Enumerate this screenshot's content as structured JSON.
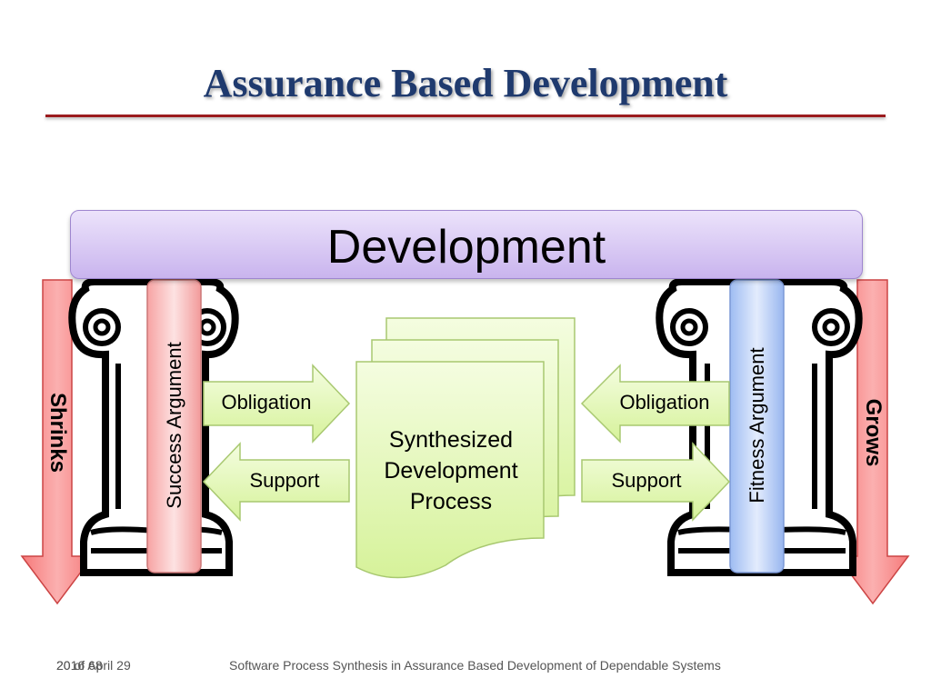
{
  "slide": {
    "title": "Assurance Based Development",
    "banner": "Development",
    "left_arrow_label": "Shrinks",
    "right_arrow_label": "Grows",
    "left_pillar_label": "Success Argument",
    "right_pillar_label": "Fitness Argument",
    "left_obligation": "Obligation",
    "left_support": "Support",
    "right_obligation": "Obligation",
    "right_support": "Support",
    "center_document": [
      "Synthesized",
      "Development",
      "Process"
    ]
  },
  "footer": {
    "slide_number": "20 of 68",
    "date": "2016 April 29",
    "caption": "Software Process Synthesis in Assurance Based Development of Dependable Systems"
  },
  "colors": {
    "title": "#1f3a6e",
    "rule": "#9b1b1e",
    "banner": "#d6c6f2",
    "red_arrow": "#f47b7b",
    "green": "#e6f8b8",
    "pink_pillar": "#f8b4b4",
    "blue_pillar": "#b7cdf7"
  }
}
